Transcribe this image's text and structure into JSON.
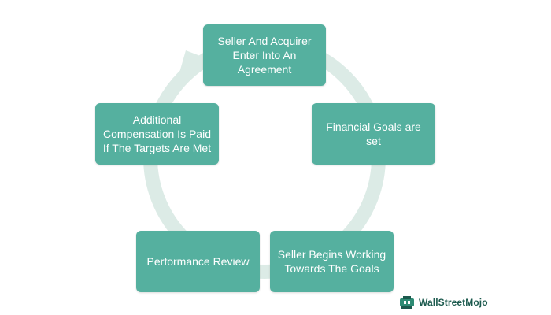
{
  "diagram": {
    "type": "cycle",
    "steps": [
      {
        "label": "Seller And Acquirer Enter Into An Agreement"
      },
      {
        "label": "Financial Goals are set"
      },
      {
        "label": "Seller Begins Working Towards The Goals"
      },
      {
        "label": "Performance Review"
      },
      {
        "label": "Additional Compensation Is Paid If The Targets Are Met"
      }
    ]
  },
  "colors": {
    "box": "#55b09f",
    "ring": "#dcebe6",
    "text": "#ffffff",
    "logo": "#1c5a4e"
  },
  "logo": {
    "text": "WallStreetMojo",
    "icon": "wallstreetmojo-logo-icon"
  }
}
